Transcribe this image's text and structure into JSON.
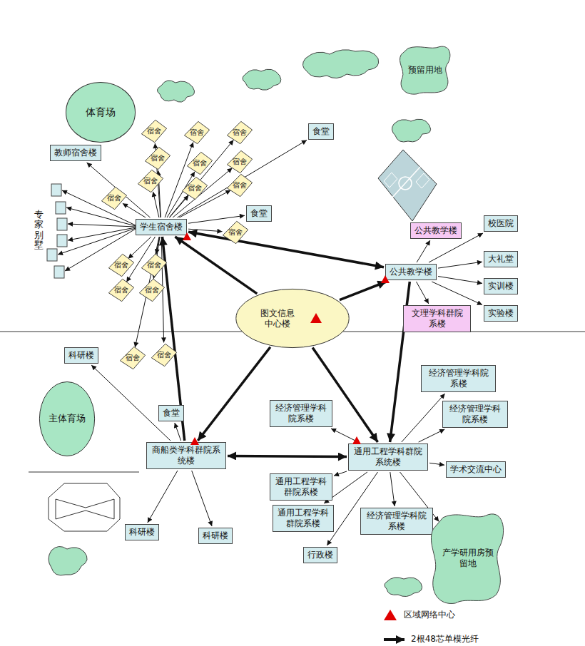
{
  "diagram": {
    "nodes": [
      {
        "text": [
          "体育场"
        ]
      },
      {
        "text": [
          "预留用地"
        ]
      },
      {
        "text": [
          "食堂"
        ]
      },
      {
        "text": [
          "宿舍"
        ]
      },
      {
        "text": [
          "宿舍"
        ]
      },
      {
        "text": [
          "宿舍"
        ]
      },
      {
        "text": [
          "教师宿舍楼"
        ]
      },
      {
        "text": [
          "宿舍"
        ]
      },
      {
        "text": [
          "宿舍"
        ]
      },
      {
        "text": [
          "宿舍"
        ]
      },
      {
        "text": [
          "宿舍"
        ]
      },
      {
        "text": [
          "宿舍"
        ]
      },
      {
        "text": [
          "宿舍"
        ]
      },
      {
        "text": [
          "宿舍"
        ]
      },
      {
        "text": [
          "食堂"
        ]
      },
      {
        "text": [
          "公共教学楼"
        ]
      },
      {
        "text": [
          "校医院"
        ]
      },
      {
        "text": [
          "学生宿舍楼"
        ]
      },
      {
        "text": [
          "宿舍"
        ]
      },
      {
        "text": [
          "大礼堂"
        ]
      },
      {
        "text": [
          "宿舍"
        ]
      },
      {
        "text": [
          "宿舍"
        ]
      },
      {
        "text": [
          "公共教学楼"
        ]
      },
      {
        "text": [
          "宿舍"
        ]
      },
      {
        "text": [
          "宿舍"
        ]
      },
      {
        "text": [
          "实训楼"
        ]
      },
      {
        "text": [
          "图文信息中心楼"
        ]
      },
      {
        "text": [
          "文理学科群院系楼"
        ]
      },
      {
        "text": [
          "实验楼"
        ]
      },
      {
        "text": [
          "宿舍"
        ]
      },
      {
        "text": [
          "宿舍"
        ]
      },
      {
        "text": [
          "科研楼"
        ]
      },
      {
        "text": [
          "经济管理学科院系楼"
        ]
      },
      {
        "text": [
          "主体育场"
        ]
      },
      {
        "text": [
          "经济管理学科院系楼"
        ]
      },
      {
        "text": [
          "食堂"
        ]
      },
      {
        "text": [
          "经济管理学科院系楼"
        ]
      },
      {
        "text": [
          "商船类学科群院系统楼"
        ]
      },
      {
        "text": [
          "通用工程学科群院系统楼"
        ]
      },
      {
        "text": [
          "学术交流中心"
        ]
      },
      {
        "text": [
          "通用工程学科群院系楼"
        ]
      },
      {
        "text": [
          "通用工程学科群院系楼"
        ]
      },
      {
        "text": [
          "经济管理学科院系楼"
        ]
      },
      {
        "text": [
          "科研楼"
        ]
      },
      {
        "text": [
          "科研楼"
        ]
      },
      {
        "text": [
          "行政楼"
        ]
      },
      {
        "text": [
          "产学研用房预留地"
        ]
      }
    ],
    "edges": [
      {
        "from": 17,
        "to": 3,
        "arrow": "to"
      },
      {
        "from": 17,
        "to": 4,
        "arrow": "to"
      },
      {
        "from": 17,
        "to": 5,
        "arrow": "to"
      },
      {
        "from": 17,
        "to": 6,
        "arrow": "to"
      },
      {
        "from": 17,
        "to": 7,
        "arrow": "to"
      },
      {
        "from": 17,
        "to": 8,
        "arrow": "to"
      },
      {
        "from": 17,
        "to": 9,
        "arrow": "to"
      },
      {
        "from": 17,
        "to": 10,
        "arrow": "to"
      },
      {
        "from": 17,
        "to": 11,
        "arrow": "to"
      },
      {
        "from": 17,
        "to": 12,
        "arrow": "to"
      },
      {
        "from": 17,
        "to": 13,
        "arrow": "to"
      },
      {
        "from": 17,
        "to": 14,
        "arrow": "to"
      },
      {
        "from": 17,
        "to": 2,
        "arrow": "to"
      },
      {
        "from": 17,
        "to": 18,
        "arrow": "to"
      },
      {
        "from": 17,
        "to": 20,
        "arrow": "to"
      },
      {
        "from": 17,
        "to": 21,
        "arrow": "to"
      },
      {
        "from": 17,
        "to": 23,
        "arrow": "to"
      },
      {
        "from": 17,
        "to": 24,
        "arrow": "to"
      },
      {
        "from": 17,
        "to": 29,
        "arrow": "to"
      },
      {
        "from": 17,
        "to": 30,
        "arrow": "to"
      },
      {
        "from": 26,
        "to": 17,
        "arrow": "to"
      },
      {
        "from": 17,
        "to": 22,
        "arrow": "both"
      },
      {
        "from": 26,
        "to": 22,
        "arrow": "to"
      },
      {
        "from": 26,
        "to": 37,
        "arrow": "to"
      },
      {
        "from": 26,
        "to": 38,
        "arrow": "to"
      },
      {
        "from": 22,
        "to": 38,
        "arrow": "to"
      },
      {
        "from": 37,
        "to": 17,
        "arrow": "to"
      },
      {
        "from": 37,
        "to": 38,
        "arrow": "both"
      },
      {
        "from": 22,
        "to": 15,
        "arrow": "to"
      },
      {
        "from": 22,
        "to": 16,
        "arrow": "to"
      },
      {
        "from": 22,
        "to": 19,
        "arrow": "to"
      },
      {
        "from": 22,
        "to": 25,
        "arrow": "to"
      },
      {
        "from": 22,
        "to": 28,
        "arrow": "to"
      },
      {
        "from": 22,
        "to": 27,
        "arrow": "to"
      },
      {
        "from": 37,
        "to": 35,
        "arrow": "to"
      },
      {
        "from": 37,
        "to": 31,
        "arrow": "to"
      },
      {
        "from": 37,
        "to": 43,
        "arrow": "to"
      },
      {
        "from": 37,
        "to": 44,
        "arrow": "to"
      },
      {
        "from": 38,
        "to": 36,
        "arrow": "to"
      },
      {
        "from": 38,
        "to": 40,
        "arrow": "to"
      },
      {
        "from": 38,
        "to": 41,
        "arrow": "to"
      },
      {
        "from": 38,
        "to": 42,
        "arrow": "to"
      },
      {
        "from": 38,
        "to": 45,
        "arrow": "to"
      },
      {
        "from": 38,
        "to": 32,
        "arrow": "to"
      },
      {
        "from": 38,
        "to": 34,
        "arrow": "to"
      },
      {
        "from": 38,
        "to": 39,
        "arrow": "to"
      },
      {
        "from": 38,
        "to": 46,
        "arrow": "to"
      }
    ],
    "labels": [
      "专家别墅"
    ],
    "legend": [
      {
        "text": "区域网络中心"
      },
      {
        "text": "2根48芯单模光纤"
      }
    ]
  }
}
